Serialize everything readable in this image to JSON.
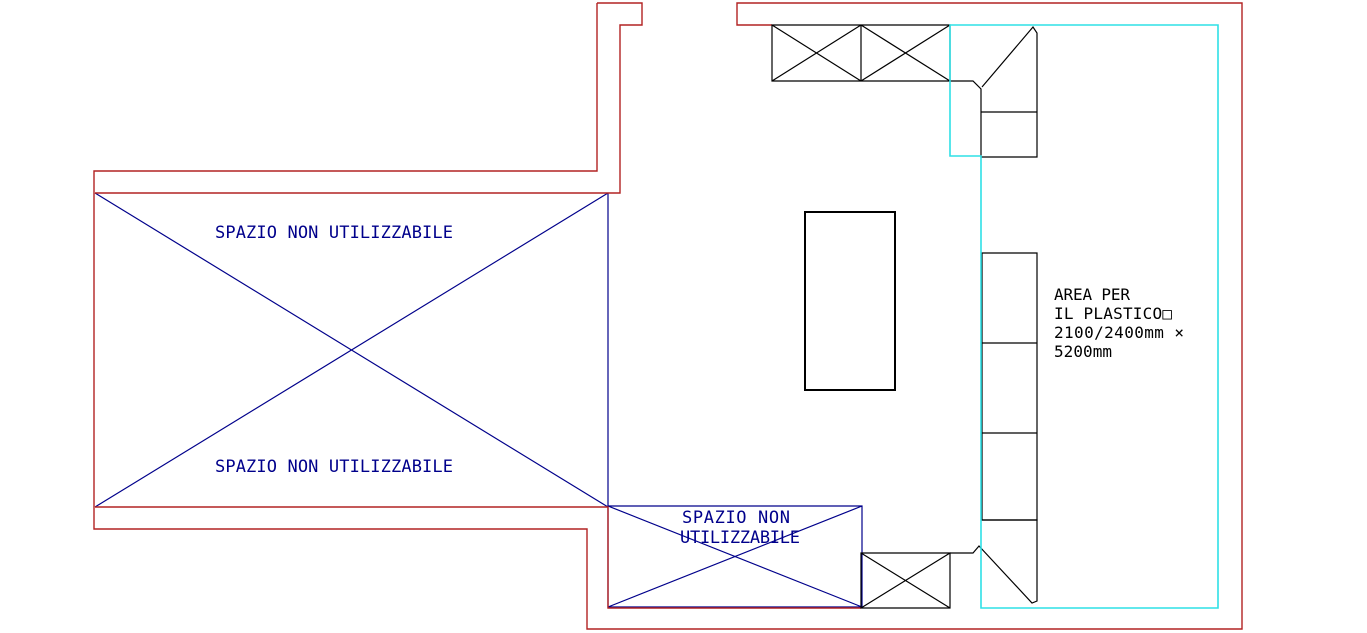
{
  "drawing": {
    "type": "floor-plan-cad-drawing",
    "labels": {
      "unusable_large_top": "SPAZIO NON UTILIZZABILE",
      "unusable_large_bottom": "SPAZIO NON UTILIZZABILE",
      "unusable_small_line1": "SPAZIO NON",
      "unusable_small_line2": "UTILIZZABILE",
      "plastico_area_line1": "AREA PER",
      "plastico_area_line2": "IL PLASTICO□",
      "plastico_area_line3": "2100/2400mm ×",
      "plastico_area_line4": "5200mm"
    },
    "colors": {
      "walls": "#b22222",
      "unusable_space": "#00008b",
      "plastico_boundary": "#2ee0e6",
      "furniture": "#000000",
      "background": "#ffffff"
    }
  }
}
